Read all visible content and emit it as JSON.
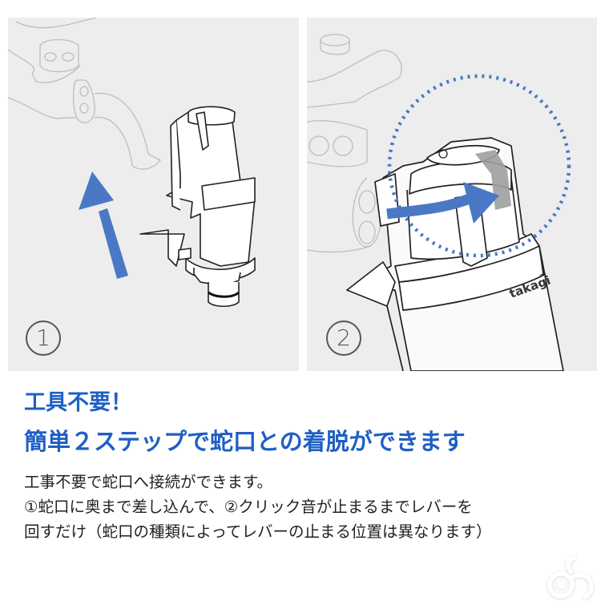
{
  "steps": [
    {
      "number": "①",
      "number_text": "1",
      "description": "Insert adapter into faucet (upward arrow)"
    },
    {
      "number": "②",
      "number_text": "2",
      "description": "Rotate lever until click (curved arrow)",
      "brand_marking": "takagi"
    }
  ],
  "heading": {
    "line1": "工具不要！",
    "line2": "簡単２ステップで蛇口との着脱ができます"
  },
  "body": {
    "lines": [
      "工事不要で蛇口へ接続ができます。",
      "①蛇口に奥まで差し込んで、②クリック音が止まるまでレバーを",
      "回すだけ（蛇口の種類によってレバーの止まる位置は異なります）"
    ]
  },
  "colors": {
    "heading": "#1f5fc4",
    "arrow": "#4a78c4",
    "panel_bg": "#ededed",
    "body_text": "#222222"
  },
  "icons": {
    "step1_arrow": "arrow-up-icon",
    "step2_arrow": "rotate-arrow-icon",
    "watermark": "brand-logo-icon"
  }
}
